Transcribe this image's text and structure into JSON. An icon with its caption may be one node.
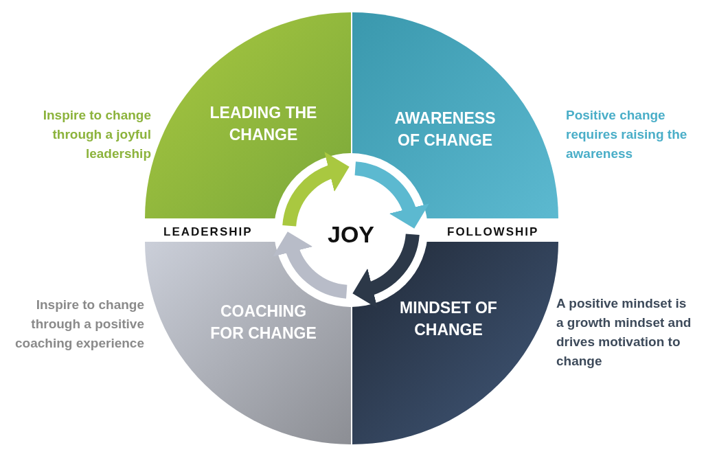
{
  "diagram": {
    "nodes": [
      {
        "text": [
          "LEADING THE CHANGE"
        ],
        "beside": [
          "Inspire to change through a joyful leadership"
        ]
      },
      {
        "text": [
          "AWARENESS OF CHANGE"
        ],
        "beside": [
          "Positive change requires raising the awareness"
        ]
      },
      {
        "text": [
          "COACHING FOR CHANGE"
        ],
        "beside": [
          "Inspire to change through a positive coaching experience"
        ]
      },
      {
        "text": [
          "MINDSET OF CHANGE"
        ],
        "beside": [
          "A positive mindset is a growth mindset and drives motivation to change"
        ]
      },
      {
        "text": [
          "JOY"
        ]
      }
    ],
    "edges": [
      {
        "from": 0,
        "to": 1,
        "arrow": "to",
        "color": "#a9c840"
      },
      {
        "from": 1,
        "to": 3,
        "arrow": "to",
        "color": "#5cb9d0"
      },
      {
        "from": 3,
        "to": 2,
        "arrow": "to",
        "color": "#2c3848"
      },
      {
        "from": 2,
        "to": 0,
        "arrow": "to",
        "color": "#b8bcc8"
      }
    ],
    "labels": [
      "LEADERSHIP",
      "FOLLOWSHIP"
    ]
  }
}
